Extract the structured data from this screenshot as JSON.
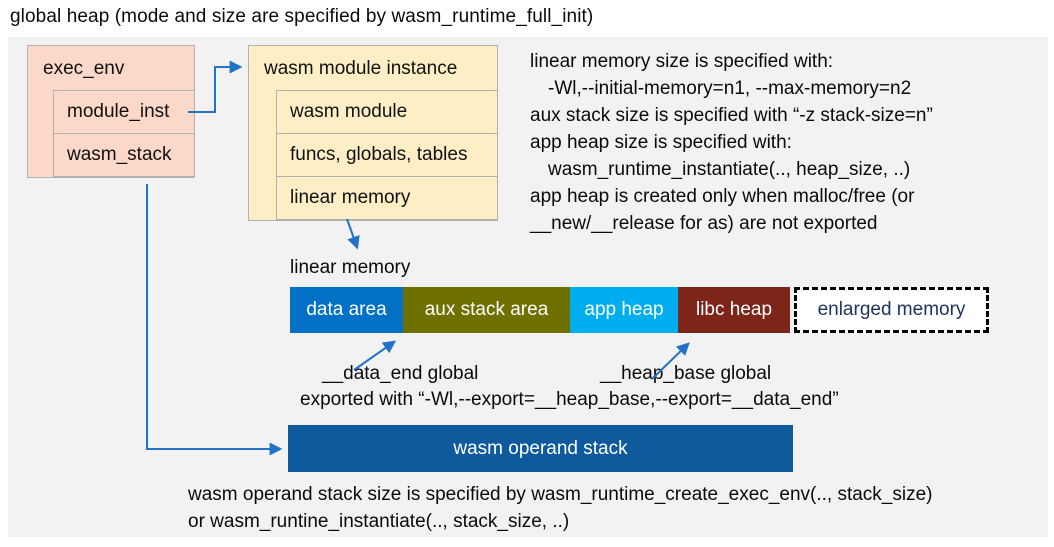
{
  "title": "global heap (mode and size are specified by wasm_runtime_full_init)",
  "exec_env": {
    "header": "exec_env",
    "fields": [
      "module_inst",
      "wasm_stack"
    ]
  },
  "module_instance": {
    "header": "wasm module instance",
    "fields": [
      "wasm module",
      "funcs, globals, tables",
      "linear memory"
    ]
  },
  "notes": {
    "lines": [
      "linear memory size is specified with:",
      "-Wl,--initial-memory=n1, --max-memory=n2",
      "aux stack size is specified with “-z stack-size=n”",
      "app heap size is specified with:",
      "wasm_runtime_instantiate(.., heap_size, ..)",
      "app heap is created only when malloc/free (or",
      "__new/__release for as) are not exported"
    ]
  },
  "linear_memory": {
    "label": "linear memory",
    "segments": [
      "data area",
      "aux stack area",
      "app heap",
      "libc heap",
      "enlarged memory"
    ]
  },
  "annotations": {
    "data_end": "__data_end global",
    "heap_base": "__heap_base global",
    "exported": "exported with “-Wl,--export=__heap_base,--export=__data_end”"
  },
  "operand_stack": {
    "label": "wasm operand stack"
  },
  "footer": {
    "line1": "wasm operand stack size is specified by wasm_runtime_create_exec_env(.., stack_size)",
    "line2": "or wasm_runtine_instantiate(.., stack_size, ..)"
  },
  "colors": {
    "panel_bg": "#f2f2f2",
    "box_salmon": "#fbd8c8",
    "box_cream": "#fdeec5",
    "box_border": "#b3b1af",
    "seg_data": "#0071c5",
    "seg_aux": "#6e7000",
    "seg_app": "#00aeef",
    "seg_libc": "#7c2518",
    "enlarged_text": "#1e3264",
    "operand_bar": "#0e5a9c",
    "connector": "#2272c8"
  }
}
